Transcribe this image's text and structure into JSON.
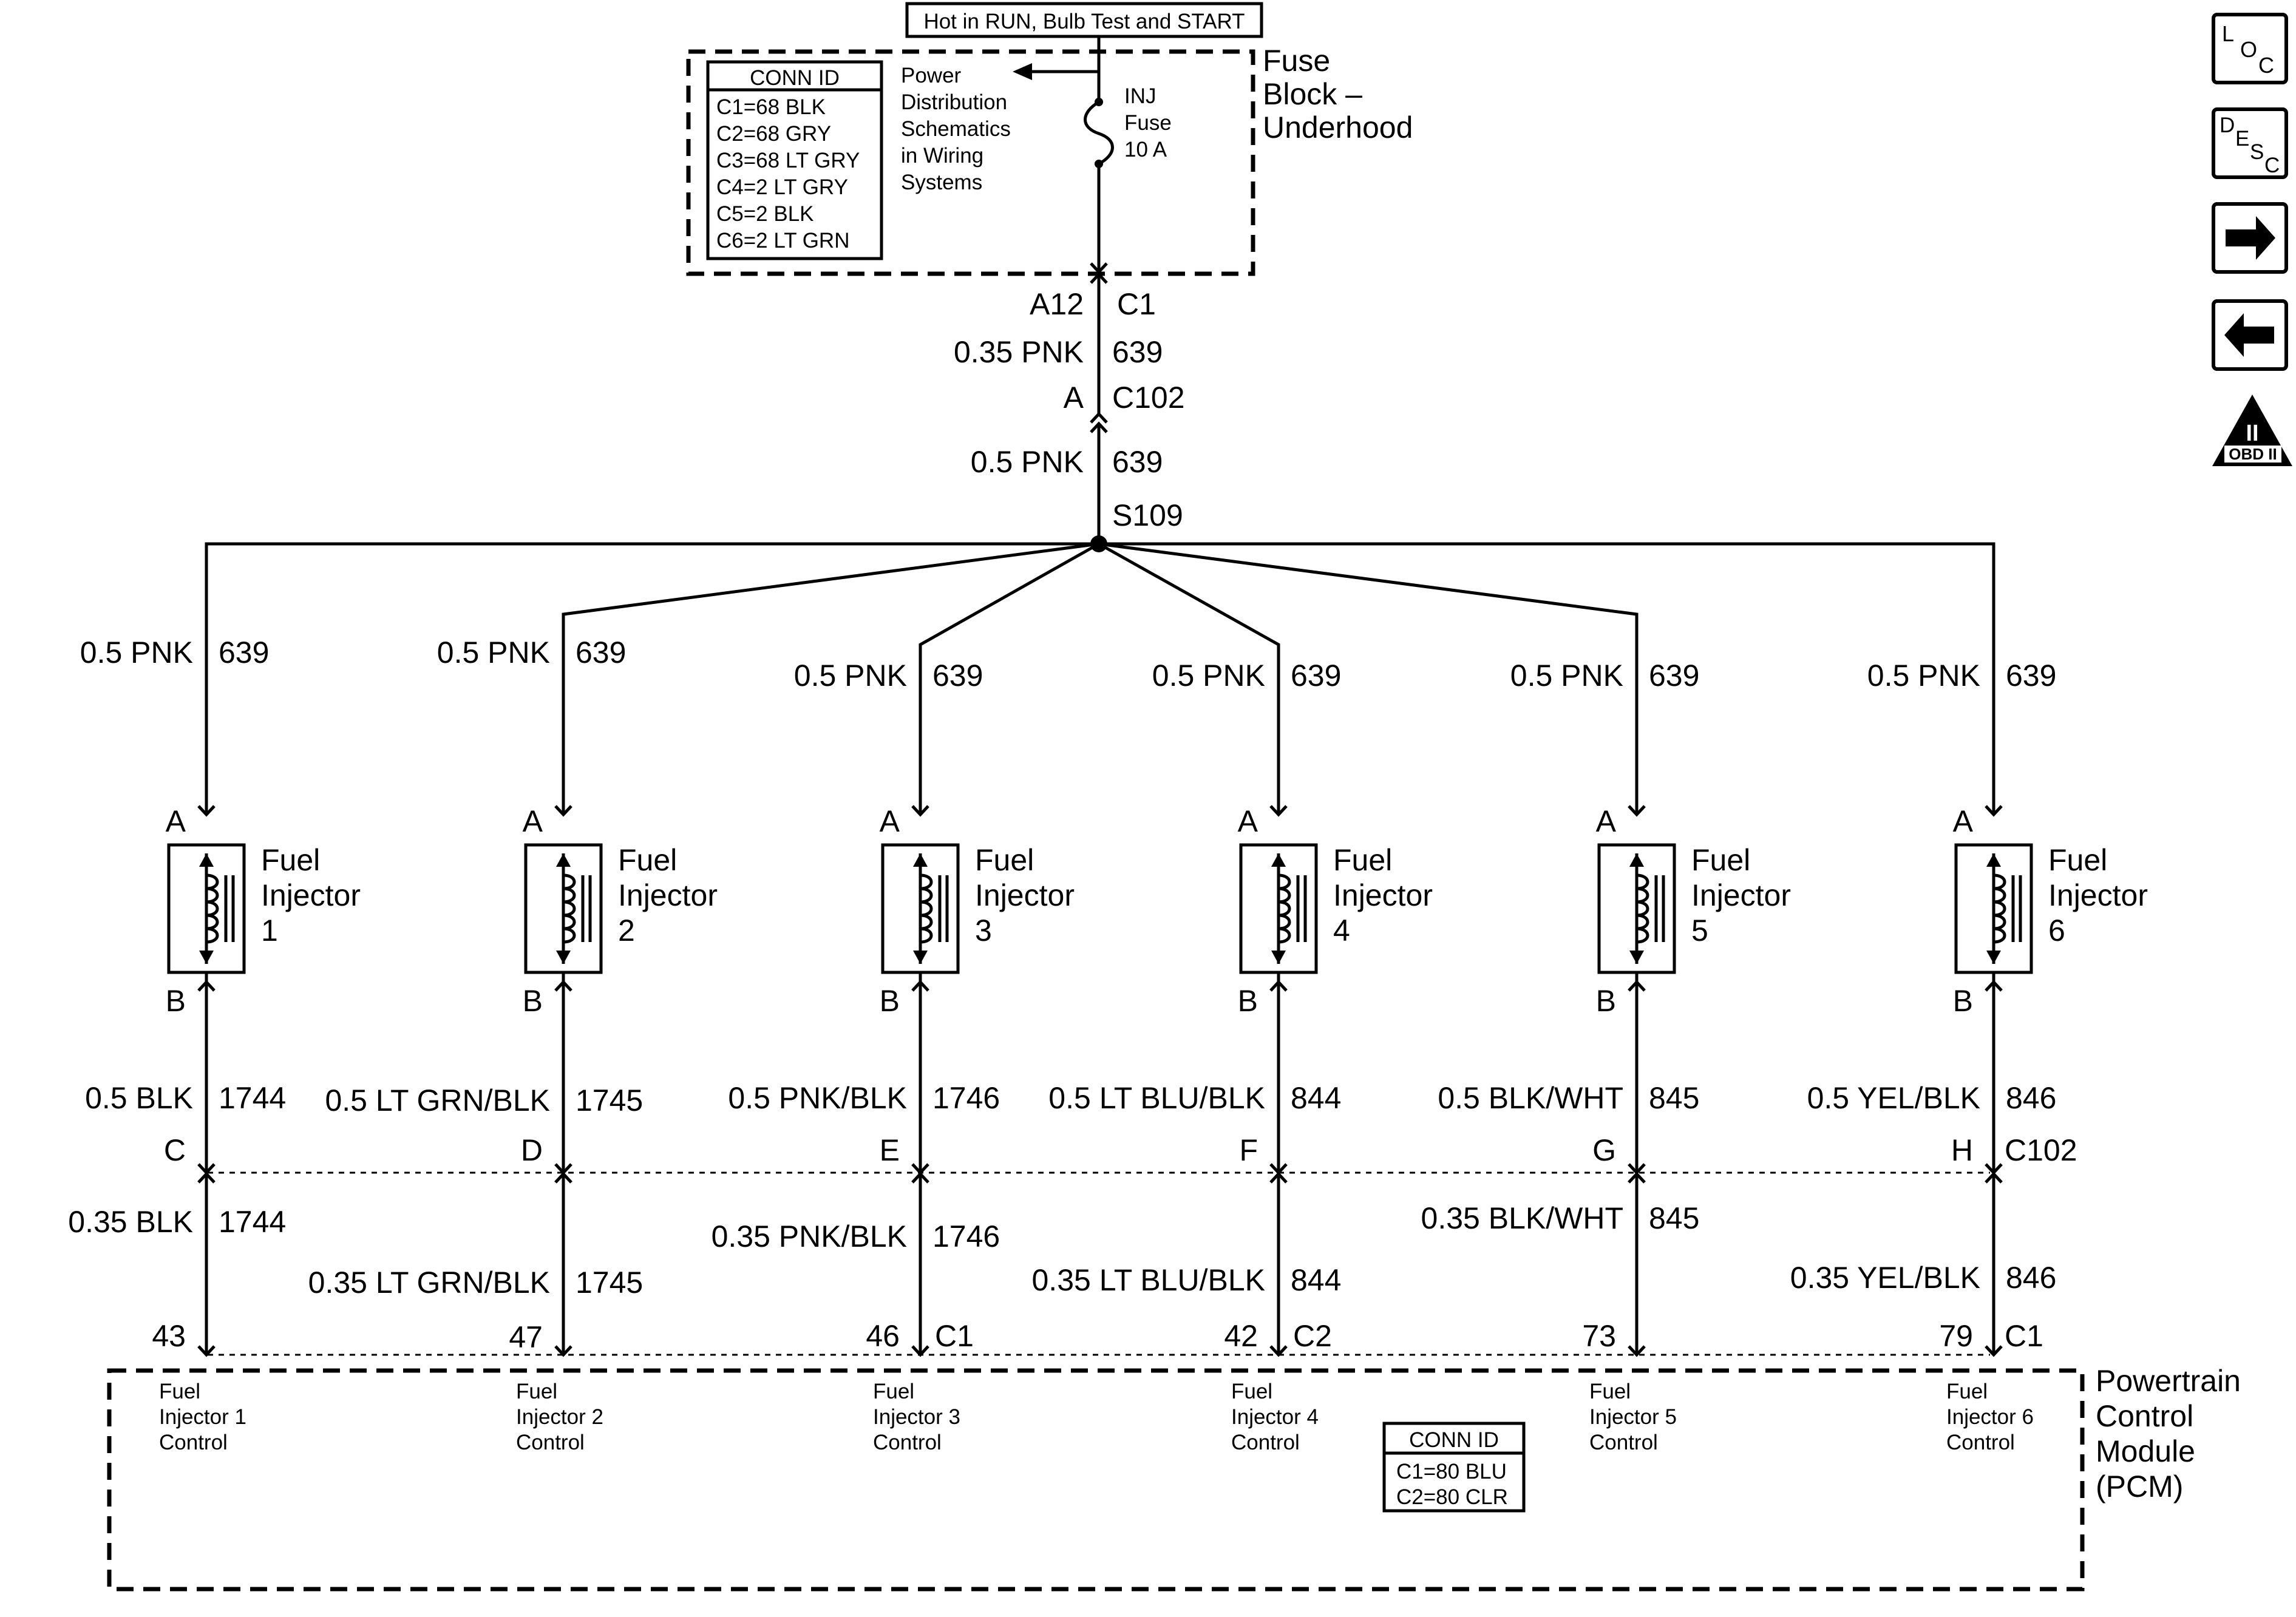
{
  "supply": {
    "hot_label": "Hot in RUN, Bulb Test and START",
    "fuse_block": [
      "Fuse",
      "Block –",
      "Underhood"
    ],
    "conn_id_title": "CONN ID",
    "conn_ids": [
      "C1=68 BLK",
      "C2=68 GRY",
      "C3=68 LT GRY",
      "C4=2 LT GRY",
      "C5=2 BLK",
      "C6=2 LT GRN"
    ],
    "power_dist": [
      "Power",
      "Distribution",
      "Schematics",
      "in Wiring",
      "Systems"
    ],
    "fuse": [
      "INJ",
      "Fuse",
      "10 A"
    ],
    "pin": "A12",
    "connector": "C1",
    "wire1_gauge": "0.35 PNK",
    "wire1_circuit": "639",
    "c102_pin": "A",
    "c102": "C102",
    "wire2_gauge": "0.5 PNK",
    "wire2_circuit": "639",
    "splice": "S109"
  },
  "injectors": [
    {
      "upper_gauge": "0.5 PNK",
      "upper_circuit": "639",
      "pin_a": "A",
      "label": [
        "Fuel",
        "Injector",
        "1"
      ],
      "pin_b": "B",
      "lower_gauge": "0.5 BLK",
      "lower_circuit": "1744",
      "c102_pin": "C",
      "pcm_gauge": "0.35 BLK",
      "pcm_circuit": "1744",
      "pcm_pin": "43",
      "pcm_function": [
        "Fuel",
        "Injector 1",
        "Control"
      ]
    },
    {
      "upper_gauge": "0.5 PNK",
      "upper_circuit": "639",
      "pin_a": "A",
      "label": [
        "Fuel",
        "Injector",
        "2"
      ],
      "pin_b": "B",
      "lower_gauge": "0.5 LT GRN/BLK",
      "lower_circuit": "1745",
      "c102_pin": "D",
      "pcm_gauge": "0.35 LT GRN/BLK",
      "pcm_circuit": "1745",
      "pcm_pin": "47",
      "pcm_function": [
        "Fuel",
        "Injector 2",
        "Control"
      ]
    },
    {
      "upper_gauge": "0.5 PNK",
      "upper_circuit": "639",
      "pin_a": "A",
      "label": [
        "Fuel",
        "Injector",
        "3"
      ],
      "pin_b": "B",
      "lower_gauge": "0.5 PNK/BLK",
      "lower_circuit": "1746",
      "c102_pin": "E",
      "pcm_gauge": "0.35 PNK/BLK",
      "pcm_circuit": "1746",
      "pcm_pin": "46",
      "pcm_function": [
        "Fuel",
        "Injector 3",
        "Control"
      ]
    },
    {
      "upper_gauge": "0.5 PNK",
      "upper_circuit": "639",
      "pin_a": "A",
      "label": [
        "Fuel",
        "Injector",
        "4"
      ],
      "pin_b": "B",
      "lower_gauge": "0.5 LT BLU/BLK",
      "lower_circuit": "844",
      "c102_pin": "F",
      "pcm_gauge": "0.35 LT BLU/BLK",
      "pcm_circuit": "844",
      "pcm_pin": "42",
      "pcm_function": [
        "Fuel",
        "Injector 4",
        "Control"
      ]
    },
    {
      "upper_gauge": "0.5 PNK",
      "upper_circuit": "639",
      "pin_a": "A",
      "label": [
        "Fuel",
        "Injector",
        "5"
      ],
      "pin_b": "B",
      "lower_gauge": "0.5 BLK/WHT",
      "lower_circuit": "845",
      "c102_pin": "G",
      "pcm_gauge": "0.35 BLK/WHT",
      "pcm_circuit": "845",
      "pcm_pin": "73",
      "pcm_function": [
        "Fuel",
        "Injector 5",
        "Control"
      ]
    },
    {
      "upper_gauge": "0.5 PNK",
      "upper_circuit": "639",
      "pin_a": "A",
      "label": [
        "Fuel",
        "Injector",
        "6"
      ],
      "pin_b": "B",
      "lower_gauge": "0.5 YEL/BLK",
      "lower_circuit": "846",
      "c102_pin": "H",
      "pcm_gauge": "0.35 YEL/BLK",
      "pcm_circuit": "846",
      "pcm_pin": "79",
      "pcm_function": [
        "Fuel",
        "Injector 6",
        "Control"
      ]
    }
  ],
  "c102_label": "C102",
  "pcm_connectors": {
    "c1_a": "C1",
    "c2": "C2",
    "c1_b": "C1"
  },
  "pcm": {
    "name": [
      "Powertrain",
      "Control",
      "Module",
      "(PCM)"
    ],
    "conn_id_title": "CONN ID",
    "conn_ids": [
      "C1=80 BLU",
      "C2=80 CLR"
    ]
  },
  "nav": {
    "loc": [
      "L",
      "O",
      "C"
    ],
    "desc": [
      "D",
      "E",
      "S",
      "C"
    ],
    "obd_numeral": "II",
    "obd_label": "OBD II",
    "icons": [
      "location-icon",
      "description-icon",
      "arrow-right-icon",
      "arrow-left-icon",
      "obd-ii-icon"
    ]
  }
}
